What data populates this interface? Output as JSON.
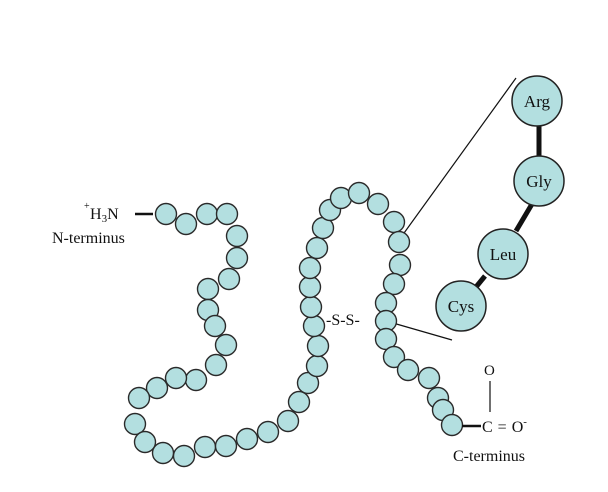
{
  "n_terminus": {
    "group_charge": "+",
    "group": "H",
    "group_subscript": "3",
    "group_tail": "N",
    "label": "N-terminus"
  },
  "c_terminus": {
    "oxygen_top": "O",
    "carbon": "C",
    "equals": "=",
    "oxygen": "O",
    "charge": "-",
    "label": "C-terminus"
  },
  "disulfide": {
    "label": "-S-S-"
  },
  "zoom_residues": [
    {
      "label": "Arg"
    },
    {
      "label": "Gly"
    },
    {
      "label": "Leu"
    },
    {
      "label": "Cys"
    }
  ],
  "colors": {
    "residue_fill": "#b3dfe0",
    "outline": "#2a2a2a",
    "line": "#111111"
  }
}
